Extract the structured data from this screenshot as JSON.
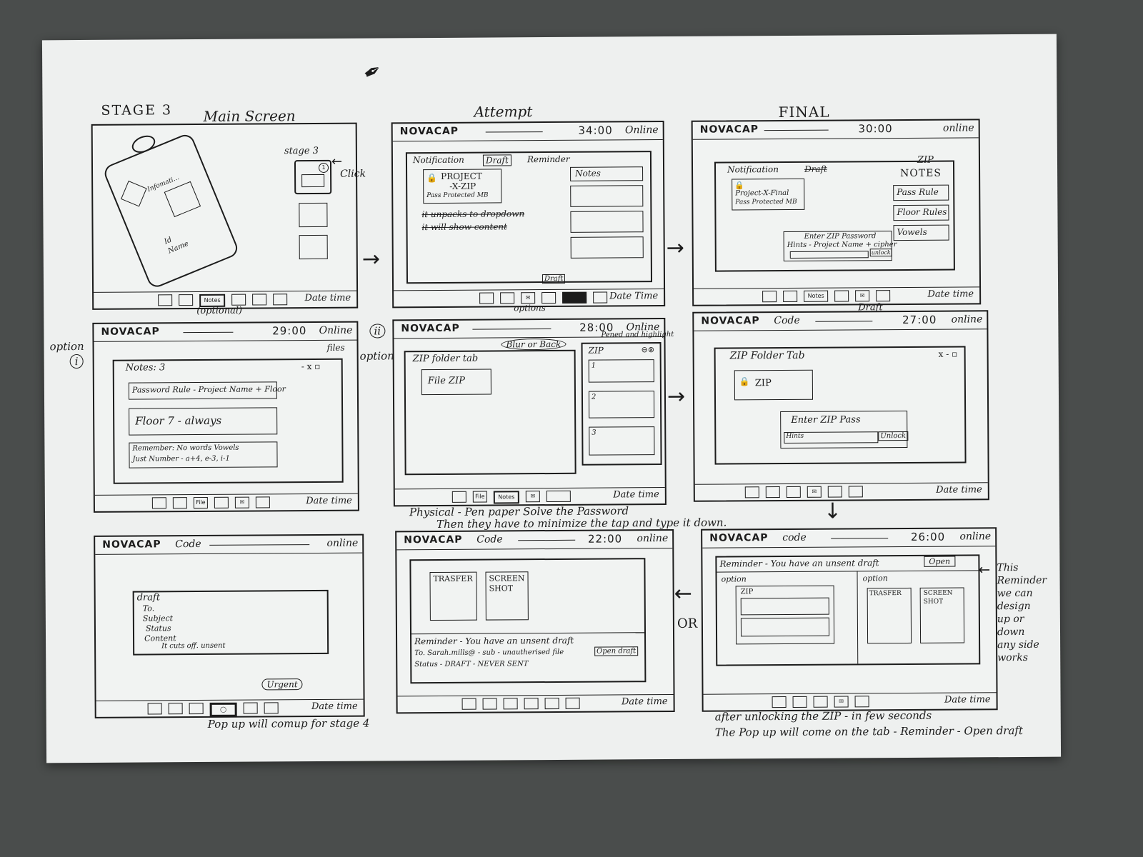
{
  "sheet": {
    "stage_title": "STAGE 3",
    "main_screen_label": "Main Screen",
    "attempt_label": "Attempt",
    "final_label": "FINAL",
    "option1_label": "option",
    "option1_num": "i",
    "option2_label": "option",
    "option2_num": "ii",
    "or_label": "OR",
    "physical_note_line1": "Physical - Pen paper Solve the Password",
    "physical_note_line2": "Then they have to minimize the tap and type it down.",
    "popup_note": "Pop up will comup for stage 4",
    "after_unlock_line1": "after unlocking the ZIP - in few seconds",
    "after_unlock_line2": "The Pop up will come on the tab - Reminder - Open draft",
    "side_note": [
      "This",
      "Reminder",
      "we can",
      "design",
      "up or",
      "down",
      "any side",
      "works"
    ]
  },
  "common": {
    "brand": "NOVACAP",
    "online": "Online",
    "online_lower": "online",
    "code": "Code",
    "code_lower": "code",
    "date_time": "Date time",
    "date_time_caps": "Date Time"
  },
  "main_screen": {
    "stage3_label": "stage 3",
    "click_label": "Click",
    "badge": "1",
    "id_card_line1": "Infomati...",
    "id_card_line2": "Id",
    "id_card_line3": "Name",
    "notes_slot": "Notes",
    "optional_label": "(optional)"
  },
  "attempt": {
    "timer": "34:00",
    "tab_notification": "Notification",
    "tab_draft": "Draft",
    "tab_reminder": "Reminder",
    "file_title_1": "PROJECT",
    "file_title_2": "-X-ZIP",
    "file_sub": "Pass Protected MB",
    "scribble_1": "it unpacks to dropdown",
    "scribble_2": "it will show content",
    "notes_label": "Notes",
    "draft_label": "Draft",
    "options_label": "options"
  },
  "final": {
    "timer": "30:00",
    "tab_notification": "Notification",
    "tab_draft": "Draft",
    "zip_label": "ZIP",
    "notes_label": "NOTES",
    "file_title": "Project-X-Final",
    "file_sub": "Pass Protected MB",
    "pass_rule": "Pass Rule",
    "floor_rules": "Floor Rules",
    "vowels": "Vowels",
    "prompt_line1": "Enter ZIP Password",
    "prompt_line2": "Hints - Project Name + cipher",
    "unlock_btn": "unlock",
    "draft_label": "Draft",
    "notes_slot": "Notes"
  },
  "option1": {
    "timer": "29:00",
    "files_label": "files",
    "window_title": "Notes: 3",
    "window_controls": "- x ▫",
    "note1": "Password Rule - Project Name + Floor",
    "note2": "Floor 7 - always",
    "note3_line1": "Remember: No words Vowels",
    "note3_line2": "Just Number - a+4, e-3, i-1",
    "file_slot": "File"
  },
  "option2": {
    "timer": "28:00",
    "blur_label": "Blur or Back",
    "pened_label": "Pened and highlight",
    "zip_tab_title": "ZIP folder tab",
    "file_zip": "File ZIP",
    "zip_panel_title": "ZIP",
    "item1": "1",
    "item2": "2",
    "item3": "3",
    "file_slot": "File",
    "notes_slot": "Notes"
  },
  "zip_unlock": {
    "timer": "27:00",
    "window_title": "ZIP Folder Tab",
    "window_controls": "x - ▫",
    "zip_item": "ZIP",
    "prompt": "Enter ZIP Pass",
    "input_hint": "Hints",
    "unlock_btn": "Unlock"
  },
  "draft_popup": {
    "title": "draft",
    "to": "To.",
    "subject": "Subject",
    "status": "Status",
    "content": "Content",
    "cut_off": "It cuts off. unsent",
    "urgent": "Urgent"
  },
  "reminder_a": {
    "timer": "22:00",
    "card1": "TRASFER",
    "card2_line1": "SCREEN",
    "card2_line2": "SHOT",
    "reminder_line1": "Reminder - You have an unsent draft",
    "reminder_line2": "To. Sarah.mills@ - sub - unautherised file",
    "reminder_line3": "Status - DRAFT - NEVER SENT",
    "open_draft": "Open draft"
  },
  "reminder_b": {
    "timer": "26:00",
    "reminder_text": "Reminder - You have an unsent draft",
    "open_btn": "Open",
    "option_i": "option",
    "option_ii": "option",
    "zip_label": "ZIP",
    "card1": "TRASFER",
    "card2_line1": "SCREEN",
    "card2_line2": "SHOT"
  }
}
